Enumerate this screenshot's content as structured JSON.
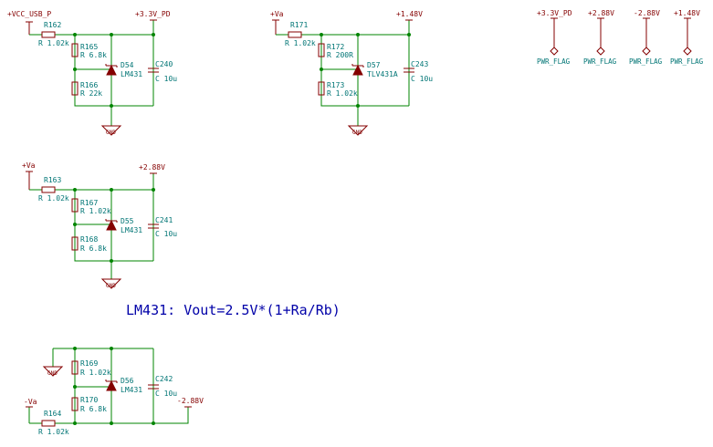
{
  "note": "LM431: Vout=2.5V*(1+Ra/Rb)",
  "gnd_text": "GND",
  "circuits": [
    {
      "input_net": "+VCC_USB_P",
      "output_net": "+3.3V_PD",
      "r_series": {
        "ref": "R162",
        "value": "R 1.02k"
      },
      "r_top": {
        "ref": "R165",
        "value": "R 6.8k"
      },
      "r_bottom": {
        "ref": "R166",
        "value": "R 22k"
      },
      "regulator": {
        "ref": "D54",
        "value": "LM431"
      },
      "capacitor": {
        "ref": "C240",
        "value": "C 10u"
      }
    },
    {
      "input_net": "+Va",
      "output_net": "+1.48V",
      "r_series": {
        "ref": "R171",
        "value": "R 1.02k"
      },
      "r_top": {
        "ref": "R172",
        "value": "R 200R"
      },
      "r_bottom": {
        "ref": "R173",
        "value": "R 1.02k"
      },
      "regulator": {
        "ref": "D57",
        "value": "TLV431A"
      },
      "capacitor": {
        "ref": "C243",
        "value": "C 10u"
      }
    },
    {
      "input_net": "+Va",
      "output_net": "+2.88V",
      "r_series": {
        "ref": "R163",
        "value": "R 1.02k"
      },
      "r_top": {
        "ref": "R167",
        "value": "R 1.02k"
      },
      "r_bottom": {
        "ref": "R168",
        "value": "R 6.8k"
      },
      "regulator": {
        "ref": "D55",
        "value": "LM431"
      },
      "capacitor": {
        "ref": "C241",
        "value": "C 10u"
      }
    },
    {
      "input_net": "-Va",
      "output_net": "-2.88V",
      "r_series": {
        "ref": "R164",
        "value": "R 1.02k"
      },
      "r_top": {
        "ref": "R169",
        "value": "R 1.02k"
      },
      "r_bottom": {
        "ref": "R170",
        "value": "R 6.8k"
      },
      "regulator": {
        "ref": "D56",
        "value": "LM431"
      },
      "capacitor": {
        "ref": "C242",
        "value": "C 10u"
      }
    }
  ],
  "power_flags": [
    {
      "net": "+3.3V_PD",
      "label": "PWR_FLAG"
    },
    {
      "net": "+2.88V",
      "label": "PWR_FLAG"
    },
    {
      "net": "-2.88V",
      "label": "PWR_FLAG"
    },
    {
      "net": "+1.48V",
      "label": "PWR_FLAG"
    }
  ]
}
